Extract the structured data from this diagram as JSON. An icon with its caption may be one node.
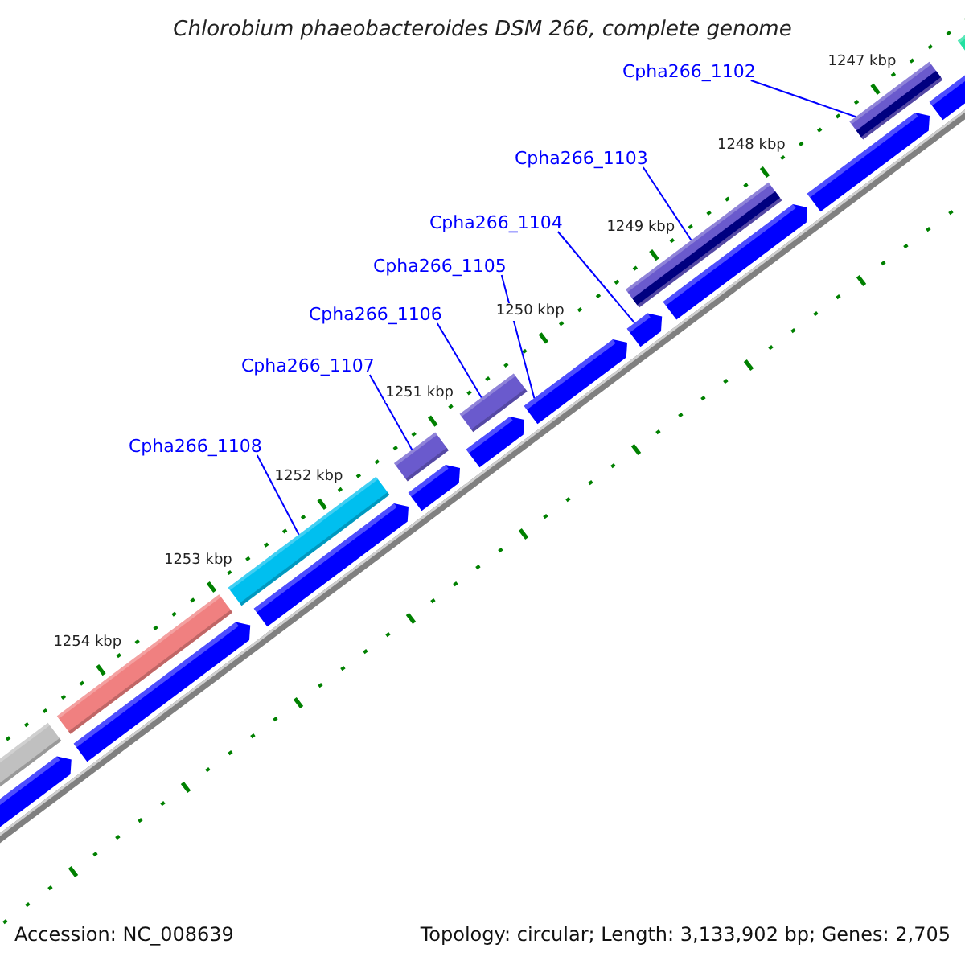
{
  "diagram": {
    "title": "Chlorobium phaeobacteroides DSM 266, complete genome",
    "nodes": [
      {
        "text": [
          "Cpha266_1102"
        ]
      },
      {
        "text": [
          "Cpha266_1103"
        ]
      },
      {
        "text": [
          "Cpha266_1104"
        ]
      },
      {
        "text": [
          "Cpha266_1105"
        ]
      },
      {
        "text": [
          "Cpha266_1106"
        ]
      },
      {
        "text": [
          "Cpha266_1107"
        ]
      },
      {
        "text": [
          "Cpha266_1108"
        ]
      },
      {
        "text": [],
        "shape": "bar"
      },
      {
        "text": [],
        "shape": "bar"
      },
      {
        "text": [],
        "shape": "bar"
      },
      {
        "text": [],
        "shape": "bar"
      },
      {
        "text": [],
        "shape": "bar"
      },
      {
        "text": [],
        "shape": "bar"
      },
      {
        "text": [],
        "shape": "bar"
      }
    ],
    "edges": [
      {
        "from": 0,
        "to": 7,
        "arrow": "none"
      },
      {
        "from": 1,
        "to": 8,
        "arrow": "none"
      },
      {
        "from": 2,
        "to": 9,
        "arrow": "none"
      },
      {
        "from": 3,
        "to": 10,
        "arrow": "none"
      },
      {
        "from": 4,
        "to": 11,
        "arrow": "none"
      },
      {
        "from": 5,
        "to": 12,
        "arrow": "none"
      },
      {
        "from": 6,
        "to": 13,
        "arrow": "none"
      }
    ],
    "labels": [
      "1247 kbp",
      "1248 kbp",
      "1249 kbp",
      "1250 kbp",
      "1251 kbp",
      "1252 kbp",
      "1253 kbp",
      "1254 kbp",
      "Accession: NC_008639",
      "Topology: circular; Length: 3,133,902 bp; Genes: 2,705"
    ]
  }
}
